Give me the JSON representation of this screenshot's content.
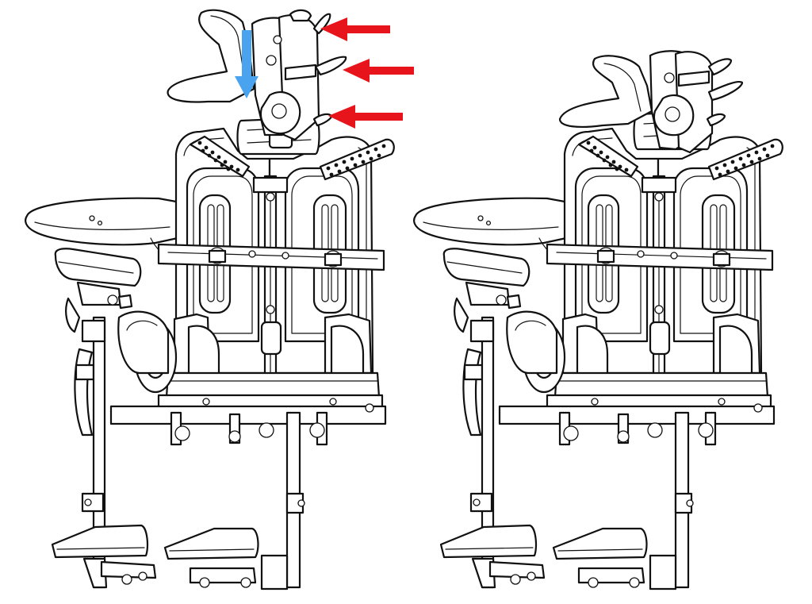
{
  "diagram": {
    "panels": [
      {
        "id": "before",
        "state": "headrest-adjusted-down",
        "annotations": true
      },
      {
        "id": "after",
        "state": "headrest-final",
        "annotations": false
      }
    ],
    "annotations": {
      "arrow_color_red": "#e8141c",
      "arrow_color_blue": "#4aa3ee",
      "red_arrows": 3,
      "blue_arrows": 1,
      "blue_arrow_direction": "down",
      "red_arrow_direction": "left"
    },
    "line_color": "#111111",
    "background": "#ffffff"
  }
}
